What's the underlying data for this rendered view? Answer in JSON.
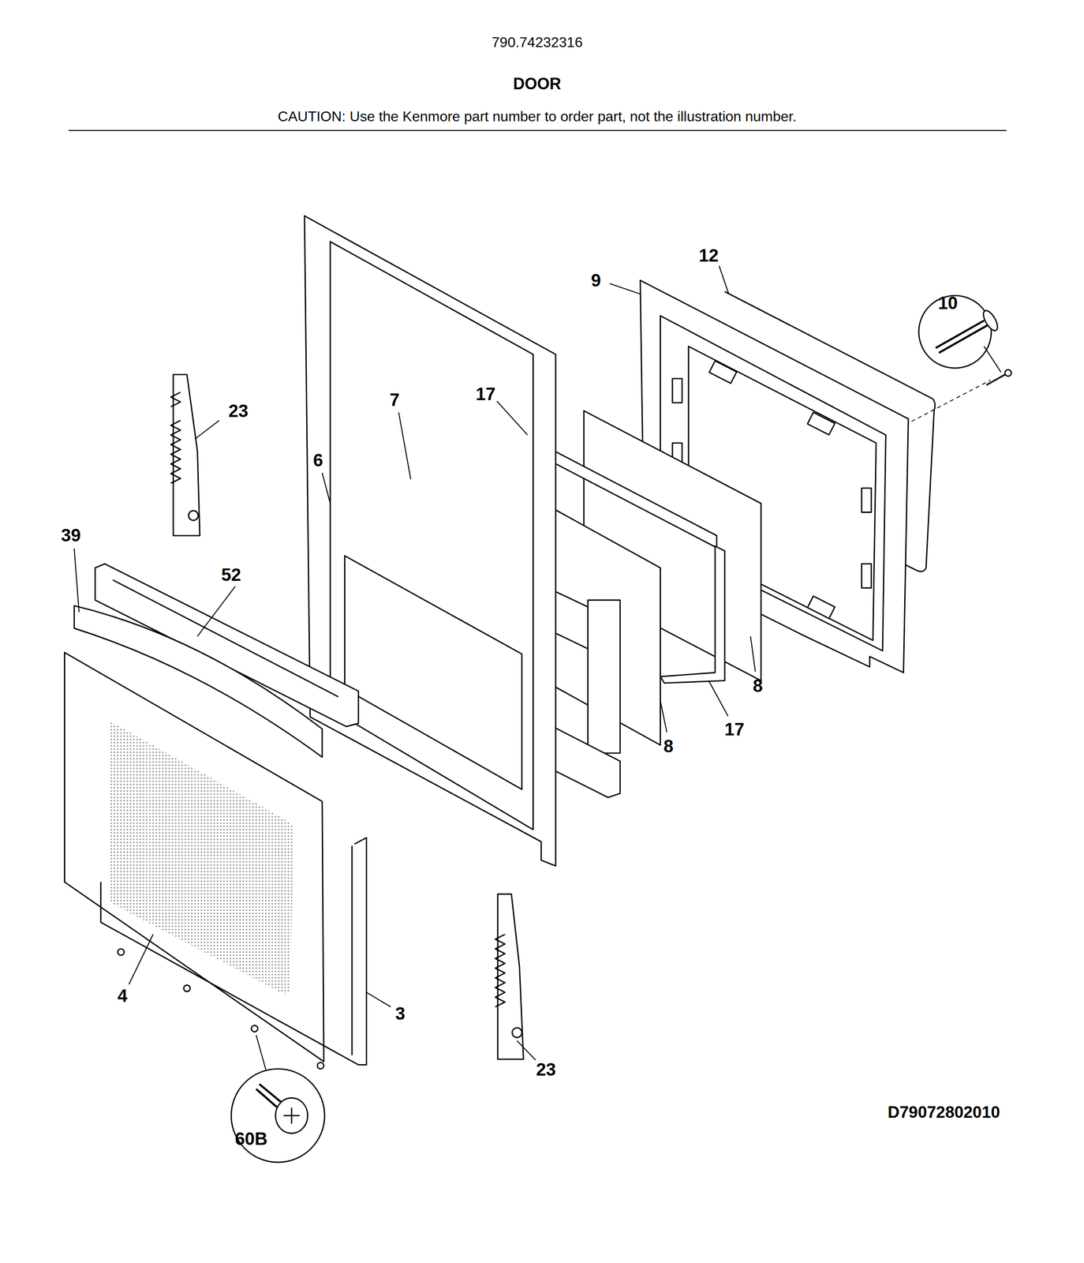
{
  "diagram": {
    "title": "DOOR",
    "caption": "CAUTION: Use the Kenmore part number to order part, not the illustration number.",
    "labels": [
      "790.74232316",
      "12",
      "9",
      "10",
      "23",
      "7",
      "17",
      "6",
      "39",
      "52",
      "8",
      "17",
      "8",
      "4",
      "3",
      "23",
      "60B",
      "D79072802010"
    ]
  }
}
